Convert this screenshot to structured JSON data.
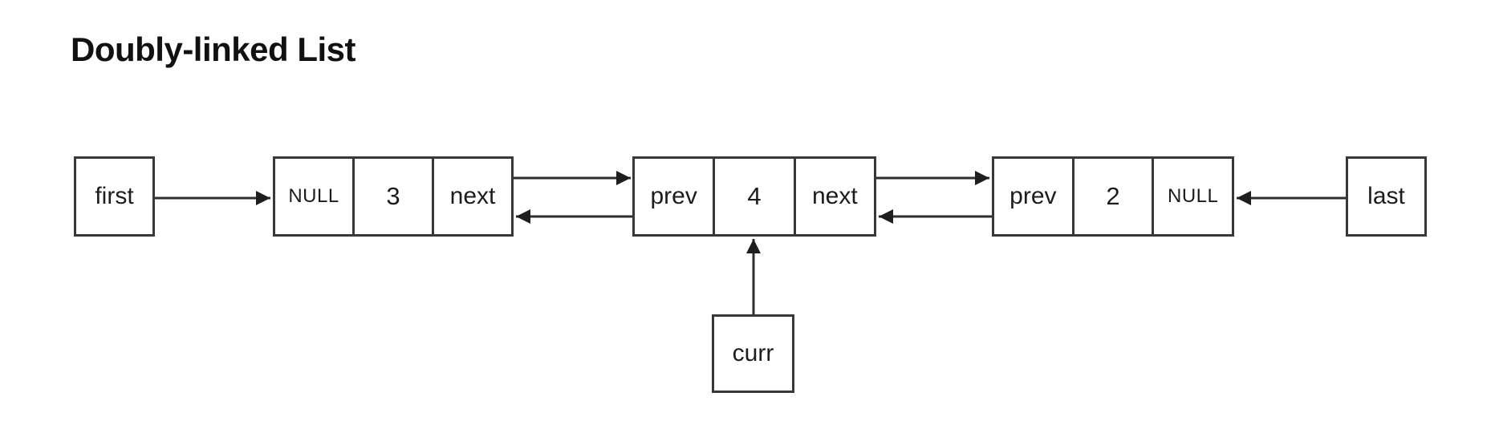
{
  "title": "Doubly-linked List",
  "colors": {
    "background": "#ffffff",
    "stroke": "#383838",
    "text": "#1c1c1c"
  },
  "pointers": {
    "first": "first",
    "last": "last",
    "curr": "curr"
  },
  "nodes": [
    {
      "cells": [
        {
          "label": "NULL"
        },
        {
          "label": "3"
        },
        {
          "label": "next"
        }
      ]
    },
    {
      "cells": [
        {
          "label": "prev"
        },
        {
          "label": "4"
        },
        {
          "label": "next"
        }
      ]
    },
    {
      "cells": [
        {
          "label": "prev"
        },
        {
          "label": "2"
        },
        {
          "label": "NULL"
        }
      ]
    }
  ],
  "edges": [
    {
      "id": "first-to-node1",
      "from": "first",
      "to": "node1 (3)",
      "arrow": "right"
    },
    {
      "id": "node1-next-to-node2",
      "from": "node1 next",
      "to": "node2 (4)",
      "arrow": "right"
    },
    {
      "id": "node2-prev-to-node1",
      "from": "node2 prev",
      "to": "node1 (3)",
      "arrow": "left"
    },
    {
      "id": "node2-next-to-node3",
      "from": "node2 next",
      "to": "node3 (2)",
      "arrow": "right"
    },
    {
      "id": "node3-prev-to-node2",
      "from": "node3 prev",
      "to": "node2 (4)",
      "arrow": "left"
    },
    {
      "id": "last-to-node3",
      "from": "last",
      "to": "node3 (2)",
      "arrow": "left"
    },
    {
      "id": "curr-to-node2",
      "from": "curr",
      "to": "node2 (4)",
      "arrow": "up"
    }
  ]
}
